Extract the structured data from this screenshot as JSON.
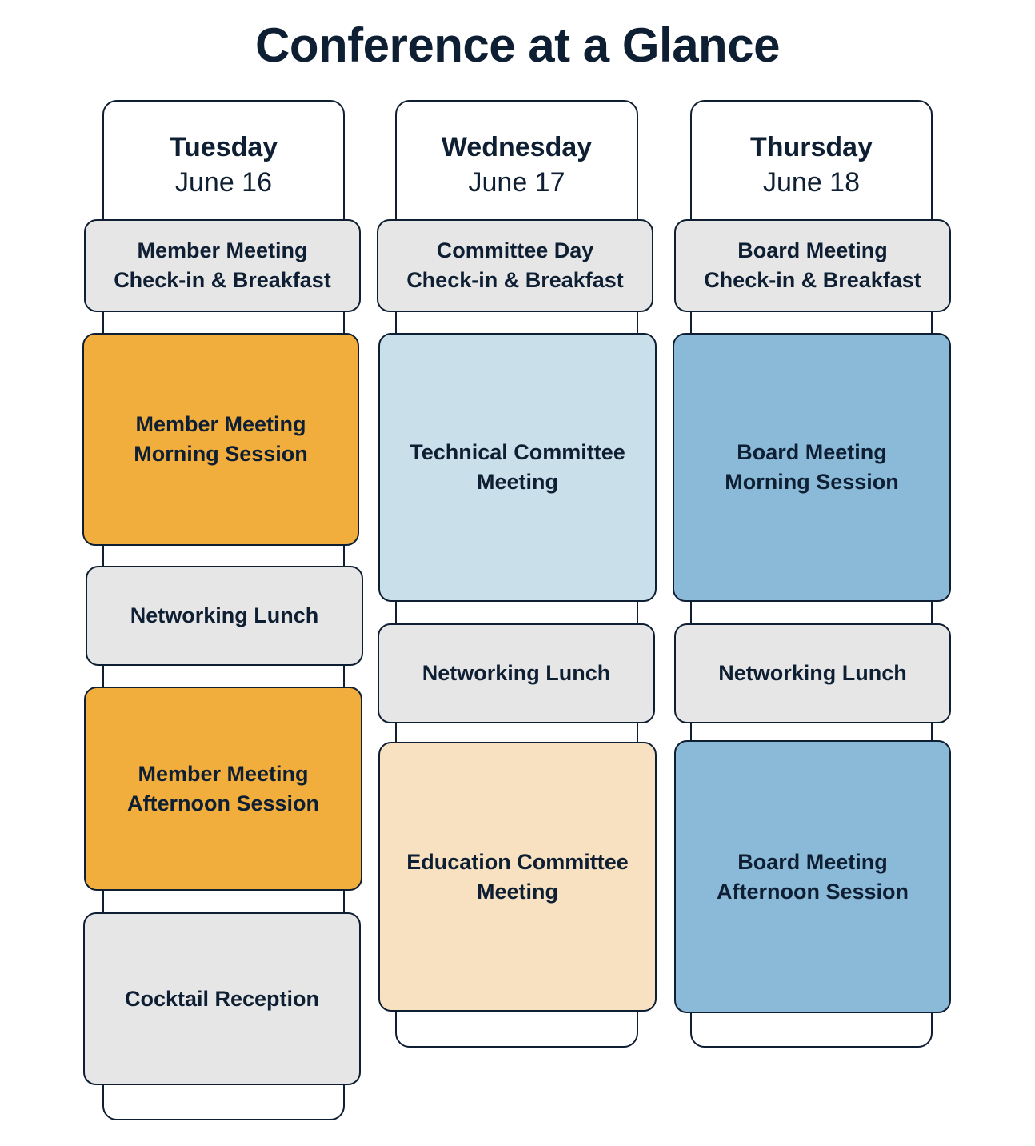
{
  "title": "Conference at a Glance",
  "colors": {
    "gray": "#e6e6e6",
    "orange": "#f2ae3d",
    "light_blue": "#c9dfea",
    "blue": "#8abad8",
    "peach": "#f7e1c1",
    "text": "#0f1f33"
  },
  "days": [
    {
      "day": "Tuesday",
      "date": "June 16",
      "events": [
        [
          "Member Meeting",
          "Check-in & Breakfast"
        ],
        [
          "Member Meeting",
          "Morning Session"
        ],
        [
          "Networking Lunch"
        ],
        [
          "Member Meeting",
          "Afternoon Session"
        ],
        [
          "Cocktail Reception"
        ]
      ]
    },
    {
      "day": "Wednesday",
      "date": "June 17",
      "events": [
        [
          "Committee Day",
          "Check-in & Breakfast"
        ],
        [
          "Technical Committee",
          "Meeting"
        ],
        [
          "Networking Lunch"
        ],
        [
          "Education Committee",
          "Meeting"
        ]
      ]
    },
    {
      "day": "Thursday",
      "date": "June 18",
      "events": [
        [
          "Board Meeting",
          "Check-in & Breakfast"
        ],
        [
          "Board Meeting",
          "Morning Session"
        ],
        [
          "Networking Lunch"
        ],
        [
          "Board Meeting",
          "Afternoon Session"
        ]
      ]
    }
  ]
}
